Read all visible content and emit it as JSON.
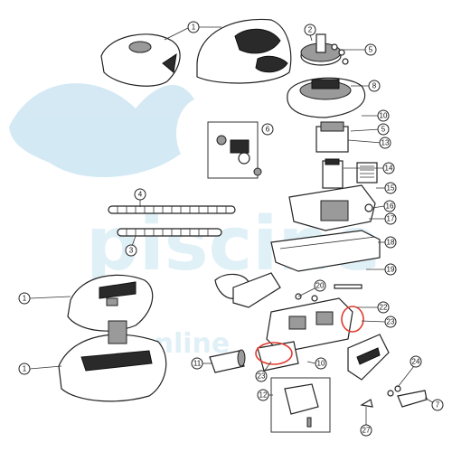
{
  "watermark": {
    "line1": "piscine",
    "line2": "online",
    "color": "#bfe0ee"
  },
  "callouts": {
    "c1a": "1",
    "c1b": "1",
    "c1c": "1",
    "c2": "2",
    "c3": "3",
    "c4": "4",
    "c5a": "5",
    "c5b": "5",
    "c6": "6",
    "c7": "7",
    "c8": "8",
    "c10a": "10",
    "c10b": "10",
    "c11": "11",
    "c12": "12",
    "c13": "13",
    "c14": "14",
    "c15": "15",
    "c16": "16",
    "c17": "17",
    "c18": "18",
    "c19": "19",
    "c20": "20",
    "c22": "22",
    "c23a": "23",
    "c23b": "23",
    "c24": "24",
    "c27": "27"
  },
  "colors": {
    "highlight": "#e03a2e",
    "ink": "#222222"
  }
}
